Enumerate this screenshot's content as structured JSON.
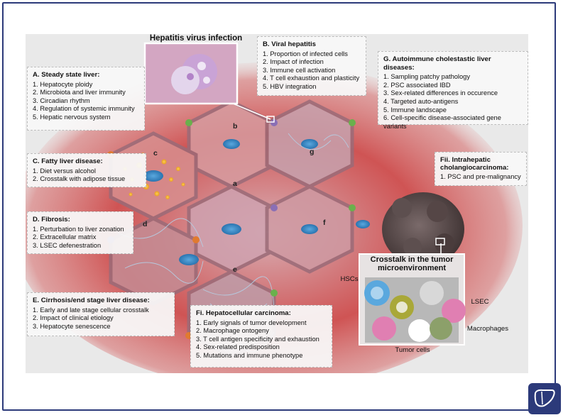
{
  "diagram": {
    "virus_inset_title": "Hepatitis virus infection",
    "tumor_inset_title": "Crosstalk in the tumor microenvironment",
    "tumor_labels": {
      "hscs": "HSCs",
      "lsec": "LSEC",
      "macrophages": "Macrophages",
      "tumor_cells": "Tumor cells"
    },
    "panel_letters": [
      "a",
      "b",
      "c",
      "d",
      "e",
      "f",
      "g"
    ],
    "boxes": [
      {
        "id": "A",
        "letter": "A.",
        "title": "Steady state liver:",
        "items": [
          "1. Hepatocyte ploidy",
          "2. Microbiota and liver immunity",
          "3. Circadian rhythm",
          "4. Regulation of systemic immunity",
          "5. Hepatic nervous system"
        ]
      },
      {
        "id": "B",
        "letter": "B.",
        "title": "Viral hepatitis",
        "items": [
          "1. Proportion of infected cells",
          "2. Impact of infection",
          "3. Immune cell activation",
          "4. T cell exhaustion and plasticity",
          "5. HBV integration"
        ]
      },
      {
        "id": "C",
        "letter": "C.",
        "title": "Fatty liver disease:",
        "items": [
          "1. Diet versus alcohol",
          "2. Crosstalk with adipose tissue"
        ]
      },
      {
        "id": "D",
        "letter": "D.",
        "title": "Fibrosis:",
        "items": [
          "1. Perturbation to liver zonation",
          "2. Extracellular matrix",
          "3. LSEC defenestration"
        ]
      },
      {
        "id": "E",
        "letter": "E.",
        "title": "Cirrhosis/end stage liver disease:",
        "items": [
          "1. Early and late stage cellular crosstalk",
          "2. Impact of clinical etiology",
          "3. Hepatocyte senescence"
        ]
      },
      {
        "id": "Fi",
        "letter": "Fi.",
        "title": "Hepatocellular carcinoma:",
        "items": [
          "1. Early signals of tumor development",
          "2. Macrophage ontogeny",
          "3. T cell antigen specificity and exhaustion",
          "4. Sex-related predisposition",
          "5. Mutations and immune phenotype"
        ]
      },
      {
        "id": "Fii",
        "letter": "Fii.",
        "title": "Intrahepatic cholangiocarcinoma:",
        "items": [
          "1. PSC and pre-malignancy"
        ]
      },
      {
        "id": "G",
        "letter": "G.",
        "title": "Autoimmune cholestastic liver diseases:",
        "items": [
          "1. Sampling patchy pathology",
          "2. PSC associated IBD",
          "3. Sex-related differences in occurence",
          "4. Targeted auto-antigens",
          "5. Immune landscape",
          "6. Cell-specific disease-associated gene variants"
        ]
      }
    ],
    "colors": {
      "frame": "#2c3a7a",
      "tissue": "#d9a0a0",
      "inflammation": "#d03a3a",
      "cell_blue": "#3b8ec8",
      "fat": "#f2b630",
      "box_border": "#bdbdbd"
    },
    "icons": [
      "liver-logo-icon"
    ]
  }
}
